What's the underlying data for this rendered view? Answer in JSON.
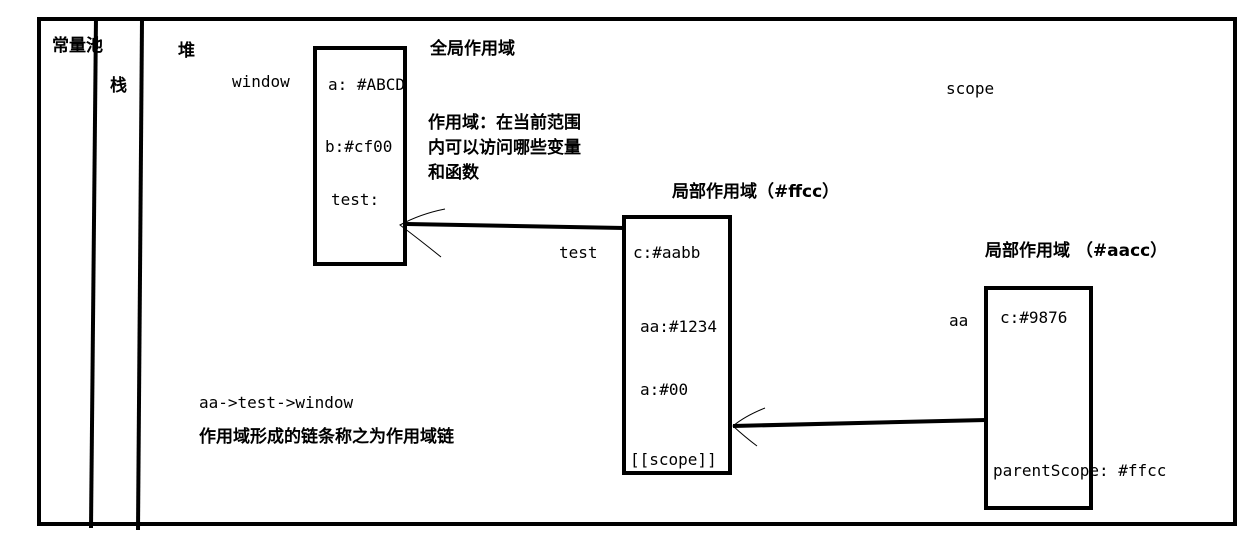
{
  "regions": {
    "constant_pool": "常量池",
    "stack": "栈",
    "heap": "堆"
  },
  "global": {
    "title": "全局作用域",
    "pointer_label": "window",
    "entries": [
      "a: #ABCD",
      "b:#cf00",
      "test:"
    ]
  },
  "note": {
    "lines": [
      "作用域：在当前范围",
      "内可以访问哪些变量",
      "和函数"
    ]
  },
  "scope_word": "scope",
  "local_ffcc": {
    "title": "局部作用域（#ffcc）",
    "pointer_label": "test",
    "entries": [
      "c:#aabb",
      "aa:#1234",
      "a:#00",
      "[[scope]]"
    ]
  },
  "local_aacc": {
    "title": "局部作用域 （#aacc）",
    "pointer_label": "aa",
    "entries": [
      "c:#9876",
      "parentScope: #ffcc"
    ]
  },
  "chain": {
    "path": "aa->test->window",
    "description": "作用域形成的链条称之为作用域链"
  },
  "colors": {
    "ink": "#000000",
    "paper": "#ffffff"
  }
}
